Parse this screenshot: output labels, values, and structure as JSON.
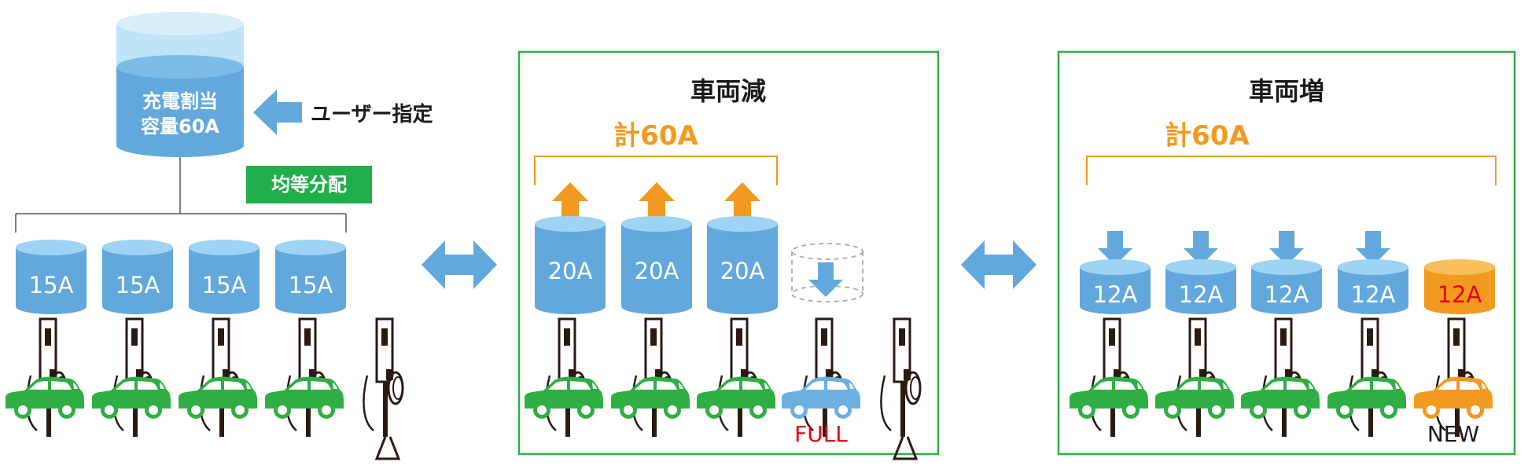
{
  "source": {
    "label_line1": "充電割当",
    "label_line2": "容量60A",
    "user_label": "ユーザー指定",
    "badge": "均等分配"
  },
  "panel_left": {
    "chargers": [
      {
        "label": "15A",
        "state": "allocated"
      },
      {
        "label": "15A",
        "state": "allocated"
      },
      {
        "label": "15A",
        "state": "allocated"
      },
      {
        "label": "15A",
        "state": "allocated"
      },
      {
        "label": "",
        "state": "idle"
      }
    ]
  },
  "panel_decrease": {
    "title": "車両減",
    "total": "計60A",
    "chargers": [
      {
        "label": "20A",
        "state": "increase"
      },
      {
        "label": "20A",
        "state": "increase"
      },
      {
        "label": "20A",
        "state": "increase"
      },
      {
        "label": "",
        "state": "released",
        "status": "FULL"
      },
      {
        "label": "",
        "state": "idle"
      }
    ]
  },
  "panel_increase": {
    "title": "車両増",
    "total": "計60A",
    "chargers": [
      {
        "label": "12A",
        "state": "decrease"
      },
      {
        "label": "12A",
        "state": "decrease"
      },
      {
        "label": "12A",
        "state": "decrease"
      },
      {
        "label": "12A",
        "state": "decrease"
      },
      {
        "label": "12A",
        "state": "new",
        "status": "NEW"
      }
    ]
  },
  "colors": {
    "blue": "#62a8dd",
    "blue_top": "#9fd3f3",
    "green": "#2fae44",
    "green_box": "#1fae4b",
    "orange": "#f29a1f",
    "red": "#e60012",
    "charger_dark": "#2a1a12",
    "car_blue": "#6cb0e2"
  }
}
